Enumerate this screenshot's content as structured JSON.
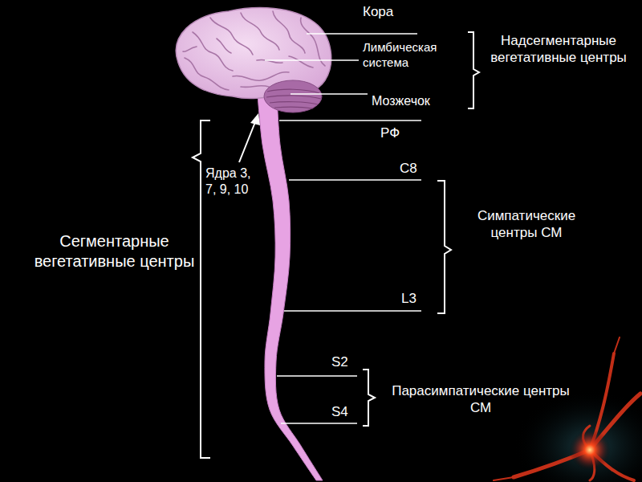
{
  "diagram": {
    "labels": [
      "Кора",
      "Лимбическая система",
      "Мозжечок",
      "Надсегментарные вегетативные центры",
      "РФ",
      "Ядра 3, 7, 9, 10",
      "C8",
      "Симпатические центры СМ",
      "Сегментарные вегетативные центры",
      "L3",
      "S2",
      "S4",
      "Парасимпатические центры СМ"
    ]
  }
}
